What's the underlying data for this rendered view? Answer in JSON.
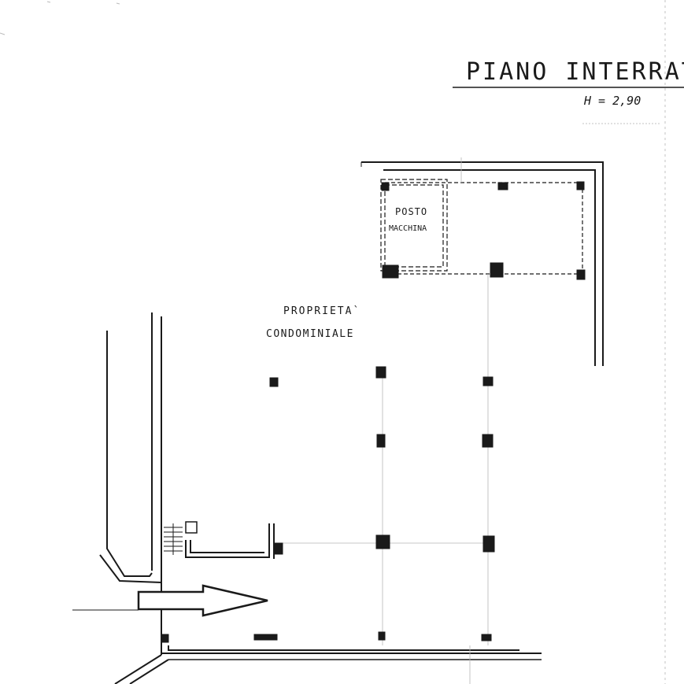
{
  "labels": {
    "title": "PIANO INTERRAT",
    "height": "H = 2,90",
    "posto": "POSTO",
    "macchina": "MACCHINA",
    "proprieta": "PROPRIETA`",
    "condominiale": "CONDOMINIALE"
  },
  "colors": {
    "ink": "#1a1a1a",
    "paper": "#ffffff"
  }
}
